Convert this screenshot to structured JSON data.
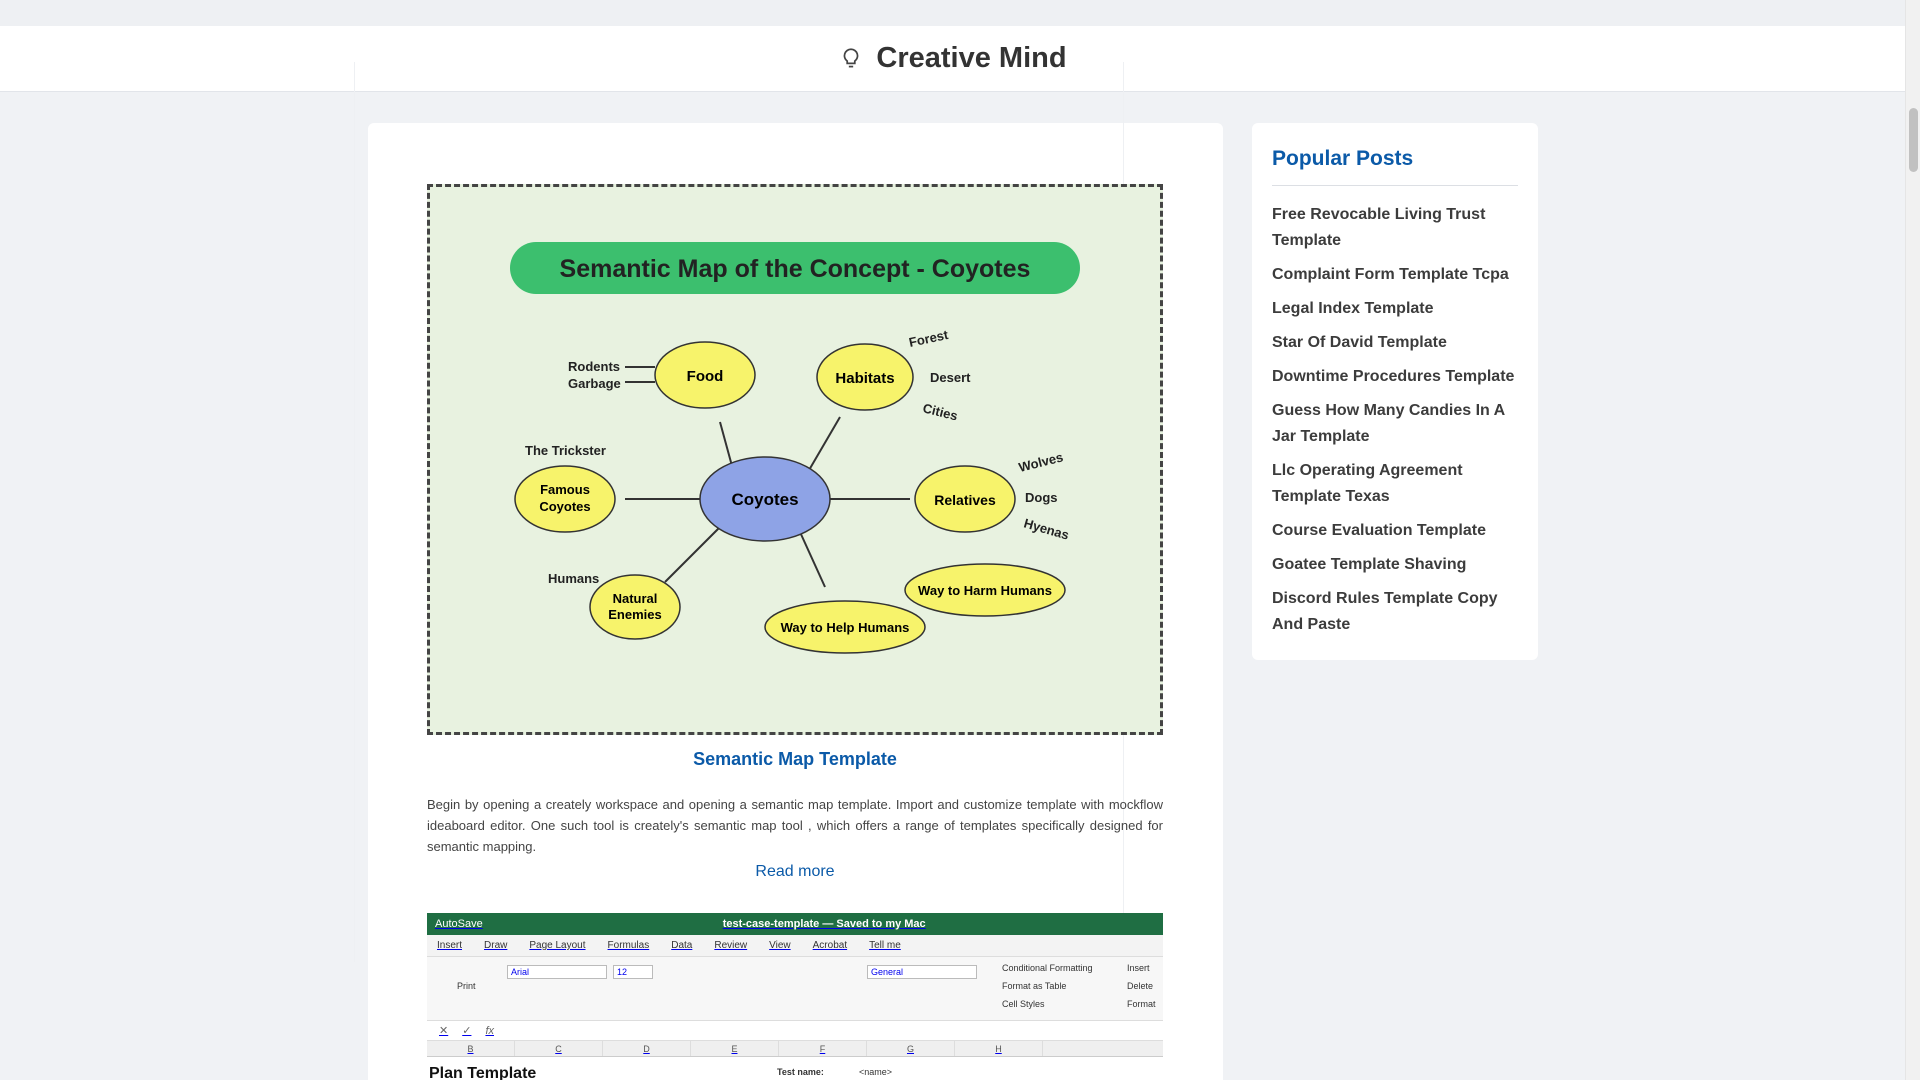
{
  "site": {
    "title": "Creative Mind",
    "icon": "lightbulb-icon"
  },
  "posts": [
    {
      "title": "Semantic Map Template",
      "excerpt": "Begin by opening a creately workspace and opening a semantic map template. Import and customize template with mockflow ideaboard editor. One such tool is creately's semantic map tool , which offers a range of templates specifically designed for semantic mapping.",
      "read_more": "Read more",
      "image": {
        "heading": "Semantic Map of the Concept - Coyotes",
        "center": "Coyotes",
        "nodes": {
          "food": "Food",
          "habitats": "Habitats",
          "famous": [
            "Famous",
            "Coyotes"
          ],
          "relatives": "Relatives",
          "natural": [
            "Natural",
            "Enemies"
          ],
          "help": "Way to Help Humans",
          "harm": "Way to Harm Humans"
        },
        "labels": {
          "rodents": "Rodents",
          "garbage": "Garbage",
          "forest": "Forest",
          "desert": "Desert",
          "cities": "Cities",
          "trickster": "The Trickster",
          "wolves": "Wolves",
          "dogs": "Dogs",
          "hyenas": "Hyenas",
          "humans": "Humans"
        }
      }
    },
    {
      "image": {
        "autosave": "AutoSave",
        "doc_title": "test-case-template — Saved to my Mac",
        "menu": [
          "Insert",
          "Draw",
          "Page Layout",
          "Formulas",
          "Data",
          "Review",
          "View",
          "Acrobat",
          "Tell me"
        ],
        "font": "Arial",
        "size": "12",
        "number_format": "General",
        "styles": [
          "Conditional Formatting",
          "Format as Table",
          "Cell Styles"
        ],
        "cells": [
          "Insert",
          "Delete",
          "Format"
        ],
        "print": "Print",
        "fx": "fx",
        "columns": [
          "B",
          "C",
          "D",
          "E",
          "F",
          "G",
          "H"
        ],
        "plan": "Plan Template",
        "test_name_label": "Test name:",
        "test_name_value": "<name>"
      }
    }
  ],
  "sidebar": {
    "title": "Popular Posts",
    "items": [
      "Free Revocable Living Trust Template",
      "Complaint Form Template Tcpa",
      "Legal Index Template",
      "Star Of David Template",
      "Downtime Procedures Template",
      "Guess How Many Candies In A Jar Template",
      "Llc Operating Agreement Template Texas",
      "Course Evaluation Template",
      "Goatee Template Shaving",
      "Discord Rules Template Copy And Paste"
    ]
  },
  "colors": {
    "accent": "#0b5aa8",
    "heading_green": "#3cbf6e",
    "node_yellow": "#f7f36b",
    "center_blue": "#8ea3e6"
  }
}
